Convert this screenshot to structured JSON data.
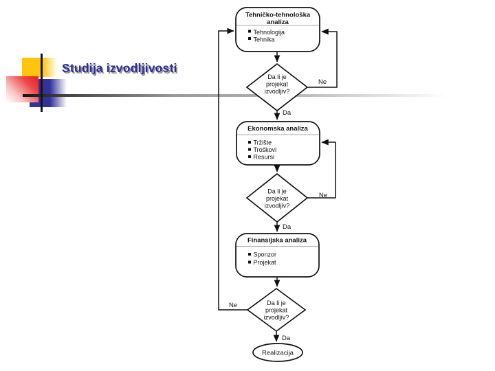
{
  "slide": {
    "title": "Studija izvodljivosti"
  },
  "flowchart": {
    "boxes": [
      {
        "title_line1": "Tehničko-tehnološka",
        "title_line2": "analiza",
        "bullets": [
          "Tehnologija",
          "Tehnika"
        ]
      },
      {
        "title": "Ekonomska analiza",
        "bullets": [
          "Tržište",
          "Troškovi",
          "Resursi"
        ]
      },
      {
        "title": "Finansijska analiza",
        "bullets": [
          "Sponzor",
          "Projekat"
        ]
      }
    ],
    "decisions": [
      {
        "lines": [
          "Da li je",
          "projekat",
          "izvodljiv?"
        ]
      },
      {
        "lines": [
          "Da li je",
          "projekat",
          "izvodljiv?"
        ]
      },
      {
        "lines": [
          "Da li je",
          "projekat",
          "izvodljiv?"
        ]
      }
    ],
    "labels": {
      "yes": "Da",
      "no": "Ne"
    },
    "terminal": "Realizacija"
  },
  "colors": {
    "title": "#2d2d96",
    "accent_yellow": "#ffc40e",
    "accent_red": "#e81f1f",
    "accent_blue": "#32329b",
    "outline": "#111111"
  }
}
